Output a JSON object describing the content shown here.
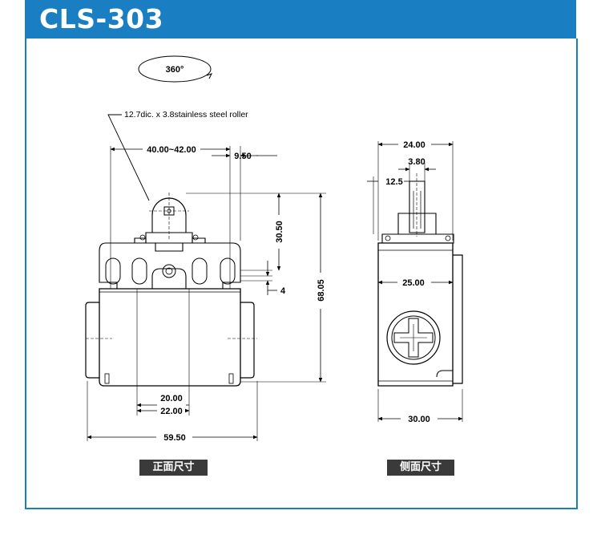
{
  "header": {
    "title": "CLS-303"
  },
  "front_view": {
    "rotation_label": "360°",
    "roller_note": "12.7dic. x 3.8stainless steel roller",
    "dim_top_width": "40.00~42.00",
    "dim_right_offset": "9.50",
    "dim_vertical_upper": "30.50",
    "dim_small": "4",
    "dim_total_height": "68.05",
    "dim_inner_1": "20.00",
    "dim_inner_2": "22.00",
    "dim_total_width": "59.50",
    "caption": "正面尺寸"
  },
  "side_view": {
    "dim_top": "24.00",
    "dim_plunger": "3.80",
    "dim_offset": "12.5",
    "dim_body": "25.00",
    "dim_bottom": "30.00",
    "caption": "侧面尺寸"
  },
  "colors": {
    "accent": "#1a7fc2",
    "caption_bg": "#3a3a3a"
  }
}
